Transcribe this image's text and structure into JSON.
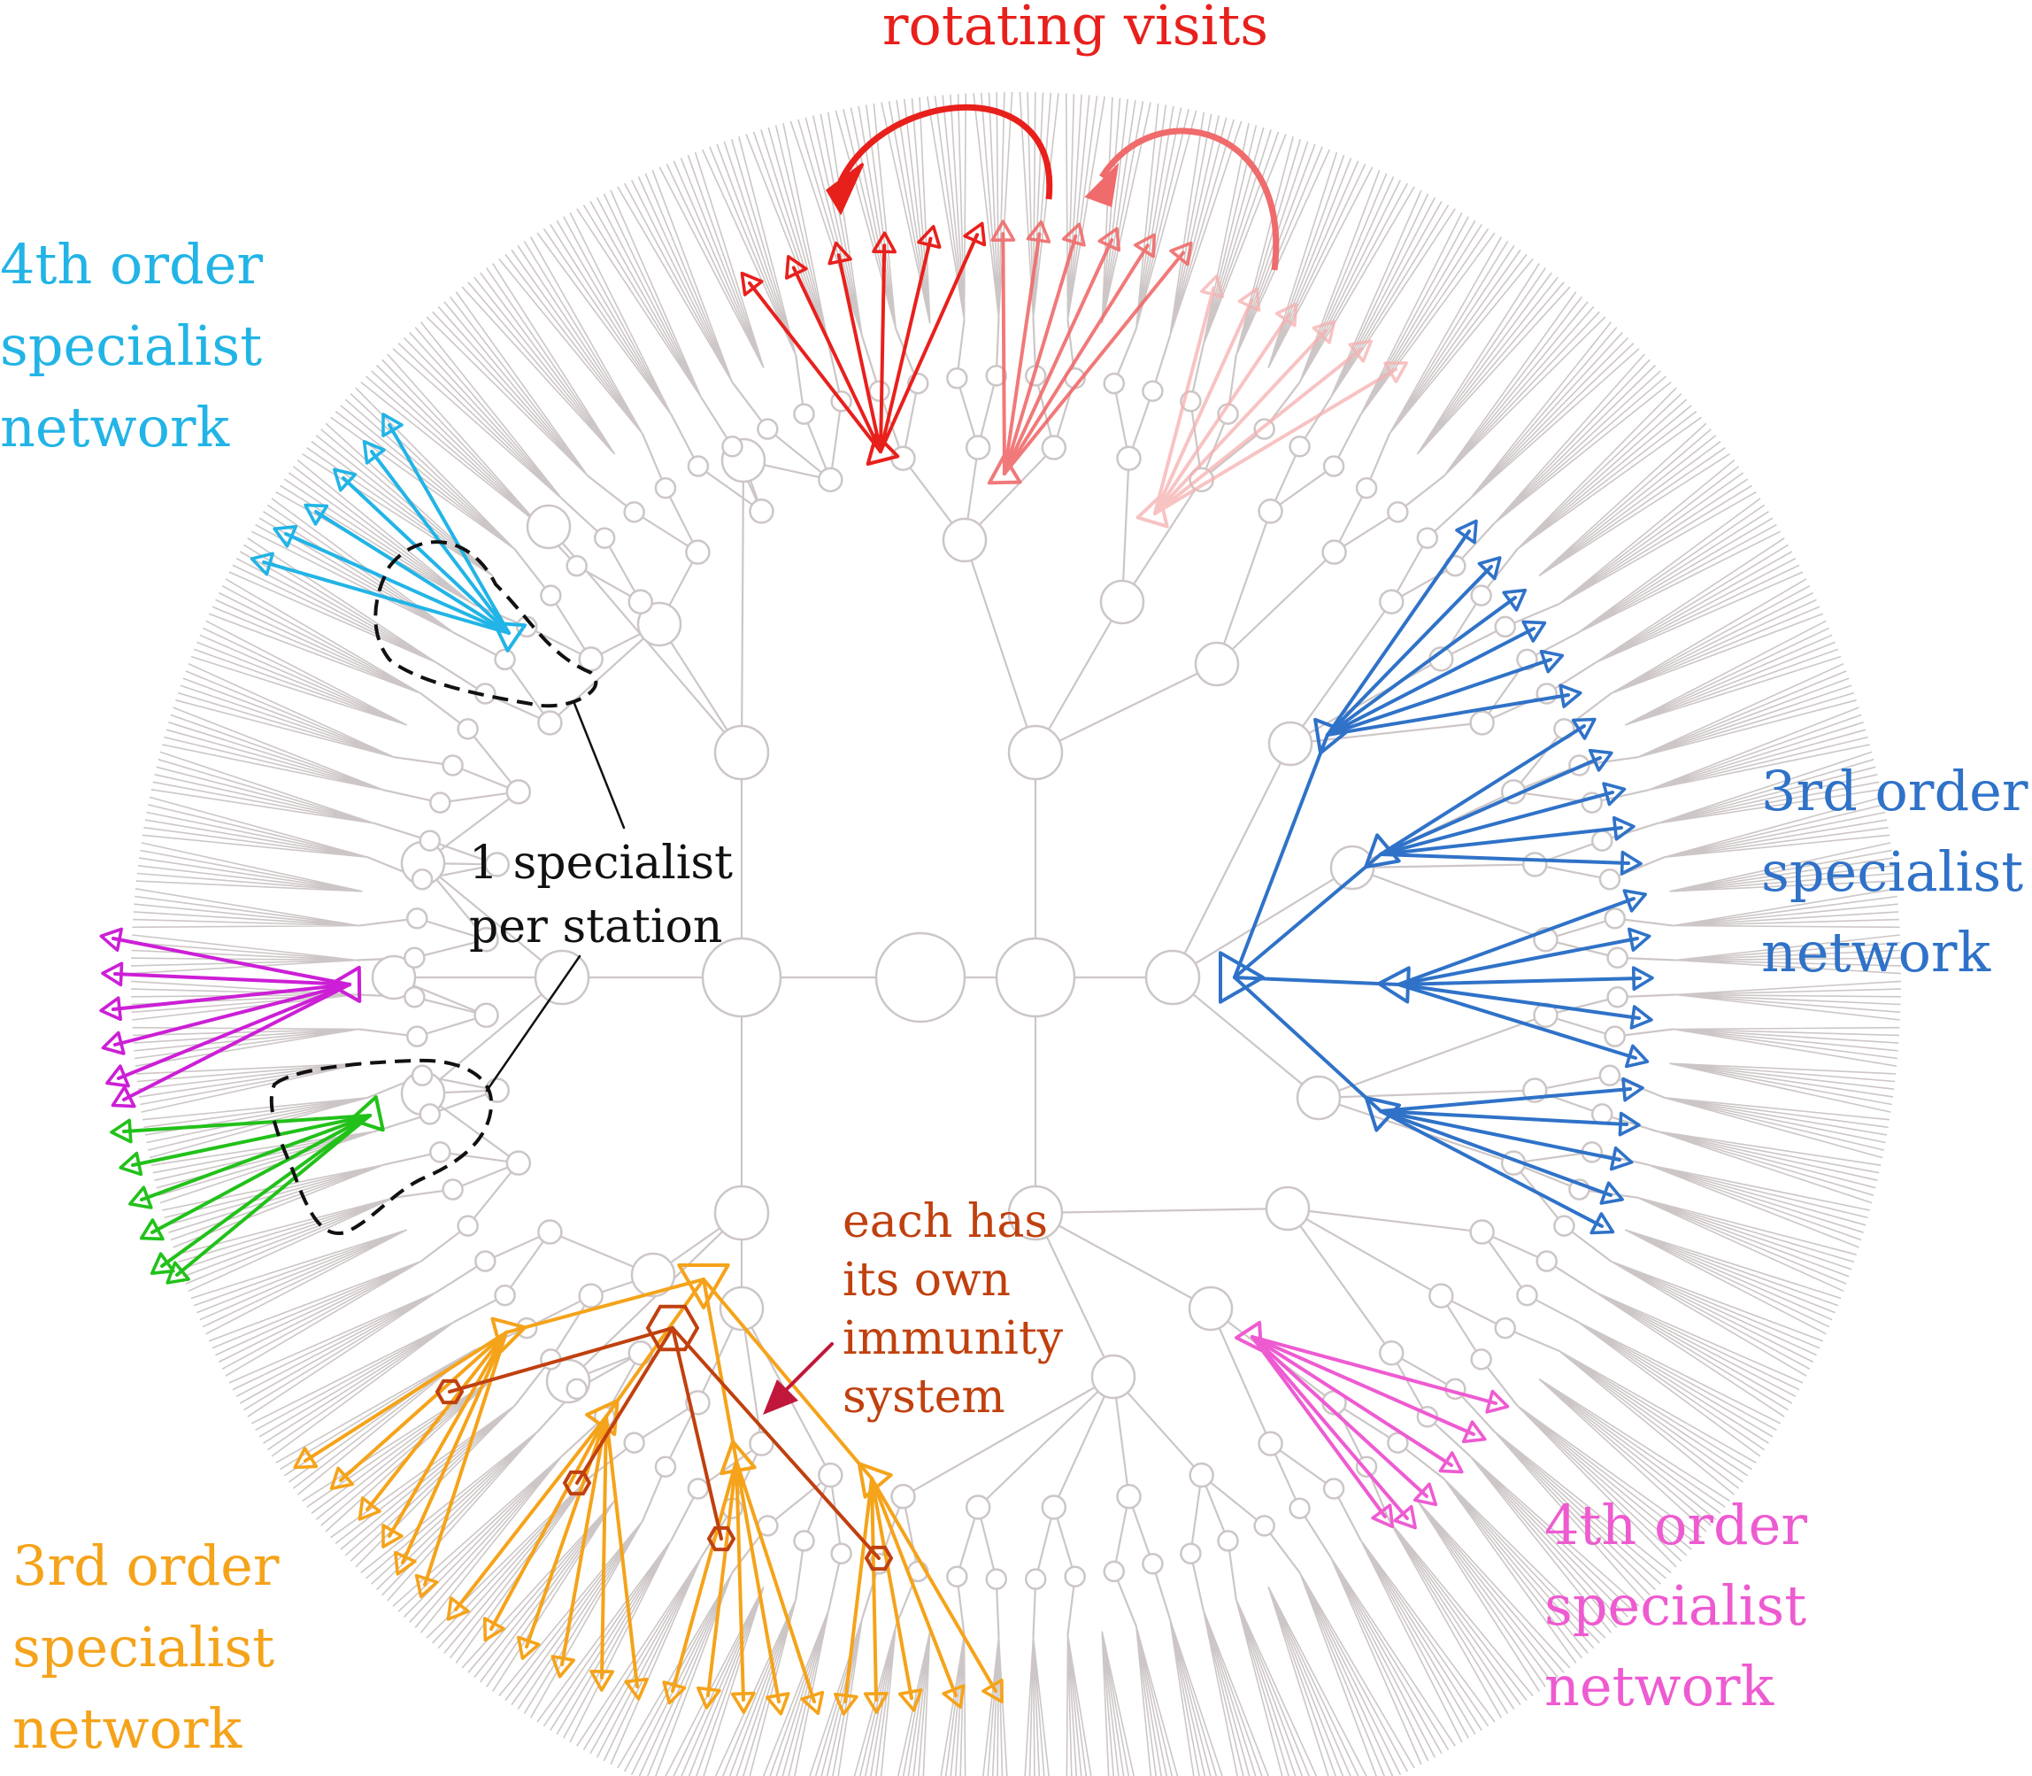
{
  "labels": {
    "rotating": "rotating visits",
    "cyan": [
      "4th order",
      "specialist",
      "network"
    ],
    "blue": [
      "3rd order",
      "specialist",
      "network"
    ],
    "orange": [
      "3rd order",
      "specialist",
      "network"
    ],
    "pink": [
      "4th order",
      "specialist",
      "network"
    ],
    "station": [
      "1 specialist",
      "per station"
    ],
    "immunity": [
      "each has",
      "its own",
      "immunity",
      "system"
    ]
  },
  "colors": {
    "tree": "#cdc6c6",
    "red": "#e8201c",
    "red_mid": "#f06b6b",
    "red_light": "#f6b0b0",
    "cyan": "#22b4e6",
    "blue": "#2f72c8",
    "magenta": "#cc1fd6",
    "green": "#22c11a",
    "orange": "#f5a31a",
    "brown": "#c0400e",
    "pink": "#ee5bd1",
    "crimson": "#c0173a",
    "black": "#111111"
  }
}
